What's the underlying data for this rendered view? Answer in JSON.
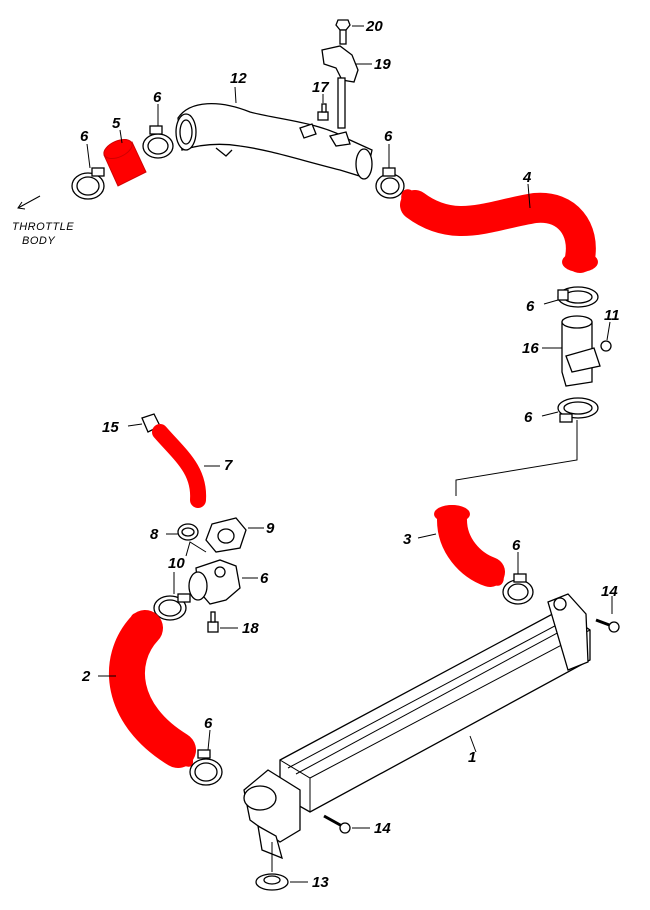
{
  "note": {
    "line1": "THROTTLE",
    "line2": "BODY"
  },
  "labels": [
    {
      "key": "l20",
      "text": "20"
    },
    {
      "key": "l19",
      "text": "19"
    },
    {
      "key": "l17",
      "text": "17"
    },
    {
      "key": "l12",
      "text": "12"
    },
    {
      "key": "l6a",
      "text": "6"
    },
    {
      "key": "l5",
      "text": "5"
    },
    {
      "key": "l6b",
      "text": "6"
    },
    {
      "key": "l6c",
      "text": "6"
    },
    {
      "key": "l4",
      "text": "4"
    },
    {
      "key": "l6d",
      "text": "6"
    },
    {
      "key": "l16",
      "text": "16"
    },
    {
      "key": "l11",
      "text": "11"
    },
    {
      "key": "l6e",
      "text": "6"
    },
    {
      "key": "l15",
      "text": "15"
    },
    {
      "key": "l7",
      "text": "7"
    },
    {
      "key": "l9",
      "text": "9"
    },
    {
      "key": "l8",
      "text": "8"
    },
    {
      "key": "l6f",
      "text": "6"
    },
    {
      "key": "l10",
      "text": "10"
    },
    {
      "key": "l18",
      "text": "18"
    },
    {
      "key": "l3",
      "text": "3"
    },
    {
      "key": "l6g",
      "text": "6"
    },
    {
      "key": "l14a",
      "text": "14"
    },
    {
      "key": "l2",
      "text": "2"
    },
    {
      "key": "l1",
      "text": "1"
    },
    {
      "key": "l6h",
      "text": "6"
    },
    {
      "key": "l14b",
      "text": "14"
    },
    {
      "key": "l13",
      "text": "13"
    }
  ],
  "colors": {
    "hose": "#ff0000",
    "line": "#000000"
  }
}
